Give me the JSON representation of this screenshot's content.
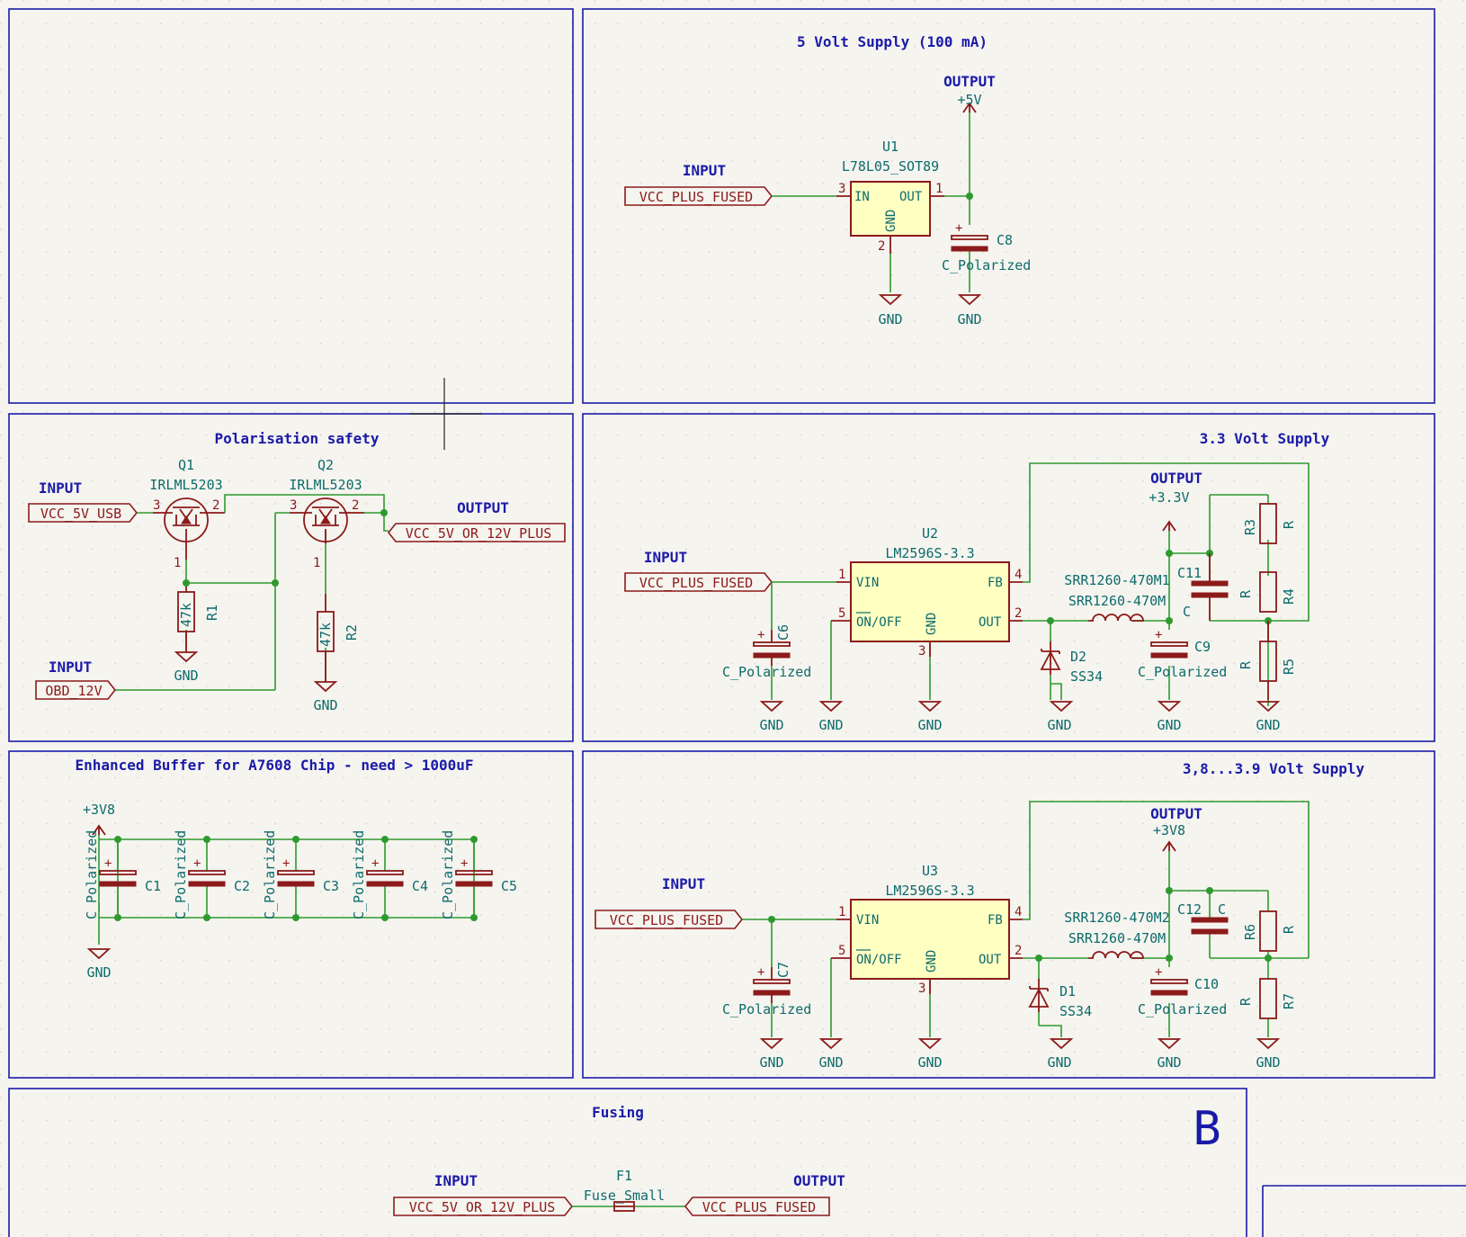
{
  "titles": {
    "five_v": "5 Volt Supply (100 mA)",
    "polar": "Polarisation safety",
    "three3": "3.3 Volt Supply",
    "buffer": "Enhanced Buffer for A7608 Chip - need > 1000uF",
    "three8": "3,8...3.9 Volt Supply",
    "fusing": "Fusing"
  },
  "border_letter": "B",
  "common": {
    "input": "INPUT",
    "output": "OUTPUT",
    "gnd": "GND",
    "c_pol": "C_Polarized",
    "c": "C",
    "r": "R"
  },
  "nets": {
    "vcc_plus_fused": "VCC_PLUS_FUSED",
    "vcc_5v_usb": "VCC_5V_USB",
    "obd_12v": "OBD_12V",
    "vcc_5v_or_12v": "VCC_5V_OR_12V_PLUS",
    "p5v": "+5V",
    "p3v3": "+3.3V",
    "p3v8": "+3V8"
  },
  "u1": {
    "ref": "U1",
    "value": "L78L05_SOT89",
    "in": "IN",
    "out": "OUT",
    "gnd": "GND",
    "p_in": "3",
    "p_out": "1",
    "p_gnd": "2"
  },
  "c8": {
    "ref": "C8"
  },
  "q1": {
    "ref": "Q1",
    "value": "IRLML5203"
  },
  "q2": {
    "ref": "Q2",
    "value": "IRLML5203"
  },
  "r1": {
    "ref": "R1",
    "value": "47k"
  },
  "r2": {
    "ref": "R2",
    "value": "47k"
  },
  "pins": {
    "p1": "1",
    "p2": "2",
    "p3": "3",
    "p4": "4",
    "p5": "5"
  },
  "u2": {
    "ref": "U2",
    "value": "LM2596S-3.3",
    "vin": "VIN",
    "fb": "FB",
    "onoff": "ON/OFF",
    "gnd": "GND",
    "out": "OUT"
  },
  "u3": {
    "ref": "U3",
    "value": "LM2596S-3.3"
  },
  "l1": {
    "ref": "SRR1260-470M1",
    "value": "SRR1260-470M"
  },
  "l2": {
    "ref": "SRR1260-470M2",
    "value": "SRR1260-470M"
  },
  "d2": {
    "ref": "D2",
    "value": "SS34"
  },
  "d1": {
    "ref": "D1",
    "value": "SS34"
  },
  "caps_u2": {
    "c6": "C6",
    "c9": "C9",
    "c11": "C11"
  },
  "caps_u3": {
    "c7": "C7",
    "c10": "C10",
    "c12": "C12"
  },
  "res_u2": {
    "r3": "R3",
    "r4": "R4",
    "r5": "R5"
  },
  "res_u3": {
    "r6": "R6",
    "r7": "R7"
  },
  "buffer_caps": [
    "C1",
    "C2",
    "C3",
    "C4",
    "C5"
  ],
  "f1": {
    "ref": "F1",
    "value": "Fuse_Small"
  }
}
